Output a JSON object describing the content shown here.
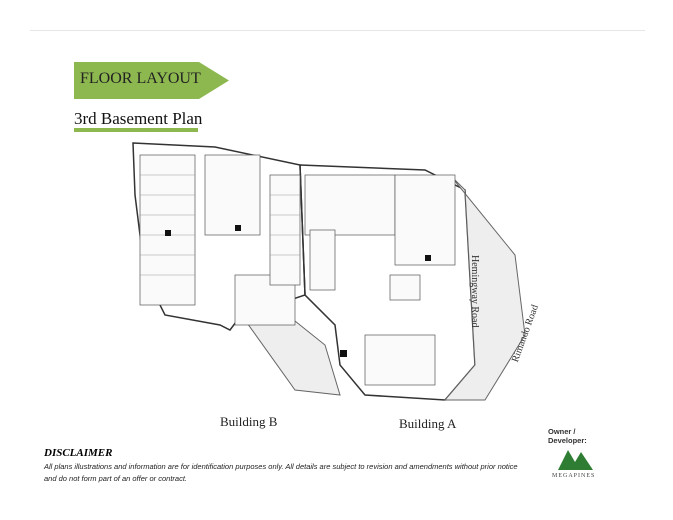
{
  "header": {
    "banner": "FLOOR LAYOUT",
    "subtitle": "3rd Basement Plan"
  },
  "plan": {
    "building_b": "Building B",
    "building_a": "Building A",
    "road_1": "Hemingway Road",
    "road_2": "Rimando Road"
  },
  "disclaimer": {
    "title": "DISCLAIMER",
    "text": "All plans illustrations and information are for identification purposes only. All details are subject to revision and amendments without prior notice and do not form part of an offer or contract."
  },
  "owner": {
    "label_1": "Owner /",
    "label_2": "Developer:",
    "logo_text": "MEGAPINES"
  },
  "colors": {
    "accent": "#8db84f",
    "logo": "#2e7d32"
  }
}
